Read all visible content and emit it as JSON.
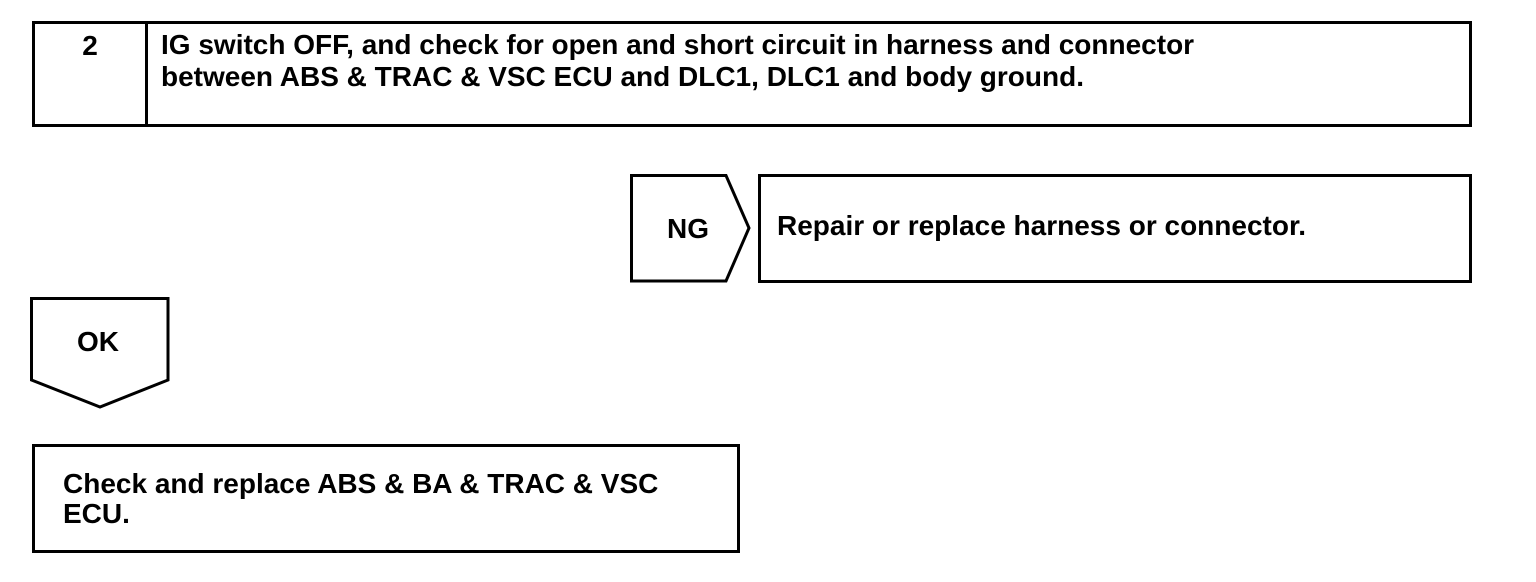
{
  "step": {
    "number": "2",
    "text": "IG switch OFF, and check for open and short circuit in harness and connector\nbetween ABS & TRAC & VSC ECU and DLC1, DLC1 and body ground."
  },
  "ng_branch": {
    "label": "NG",
    "result": "Repair or replace harness or connector."
  },
  "ok_branch": {
    "label": "OK",
    "result": "Check and replace ABS & BA & TRAC & VSC ECU."
  }
}
